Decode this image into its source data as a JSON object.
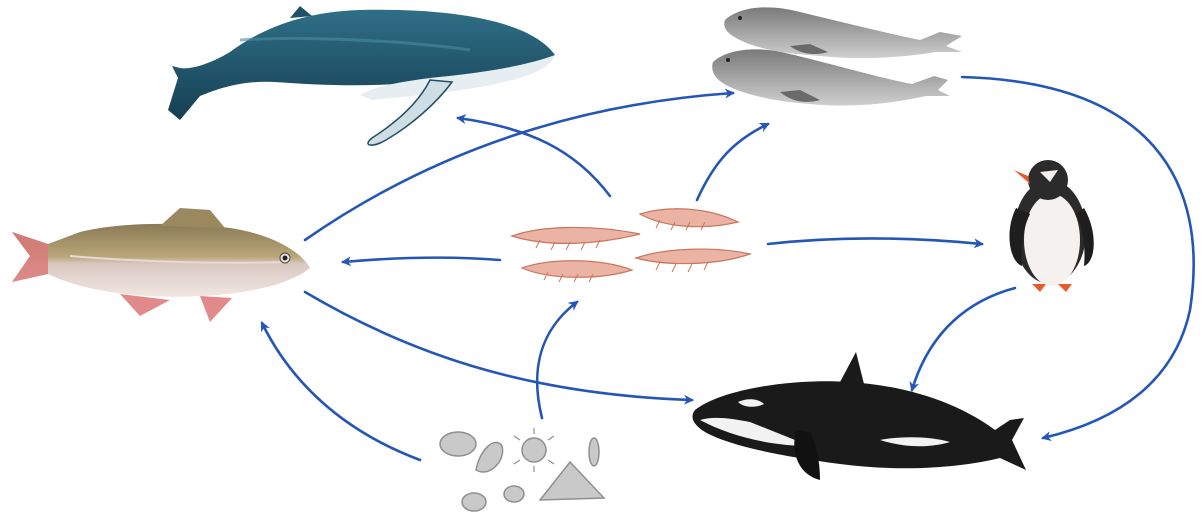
{
  "diagram": {
    "type": "food-web",
    "organisms": [
      {
        "id": "whale",
        "icon": "humpback-whale-icon"
      },
      {
        "id": "seals",
        "icon": "seal-icon"
      },
      {
        "id": "fish",
        "icon": "fish-icon"
      },
      {
        "id": "krill",
        "icon": "krill-icon"
      },
      {
        "id": "penguin",
        "icon": "penguin-icon"
      },
      {
        "id": "orca",
        "icon": "orca-icon"
      },
      {
        "id": "plankton",
        "icon": "phytoplankton-icon"
      }
    ],
    "links": [
      {
        "from": "krill",
        "to": "whale"
      },
      {
        "from": "krill",
        "to": "seals"
      },
      {
        "from": "krill",
        "to": "fish"
      },
      {
        "from": "krill",
        "to": "penguin"
      },
      {
        "from": "fish",
        "to": "seals"
      },
      {
        "from": "fish",
        "to": "orca"
      },
      {
        "from": "plankton",
        "to": "krill"
      },
      {
        "from": "plankton",
        "to": "fish"
      },
      {
        "from": "penguin",
        "to": "orca"
      },
      {
        "from": "seals",
        "to": "orca"
      }
    ],
    "colors": {
      "arrow": "#2456b8"
    }
  }
}
